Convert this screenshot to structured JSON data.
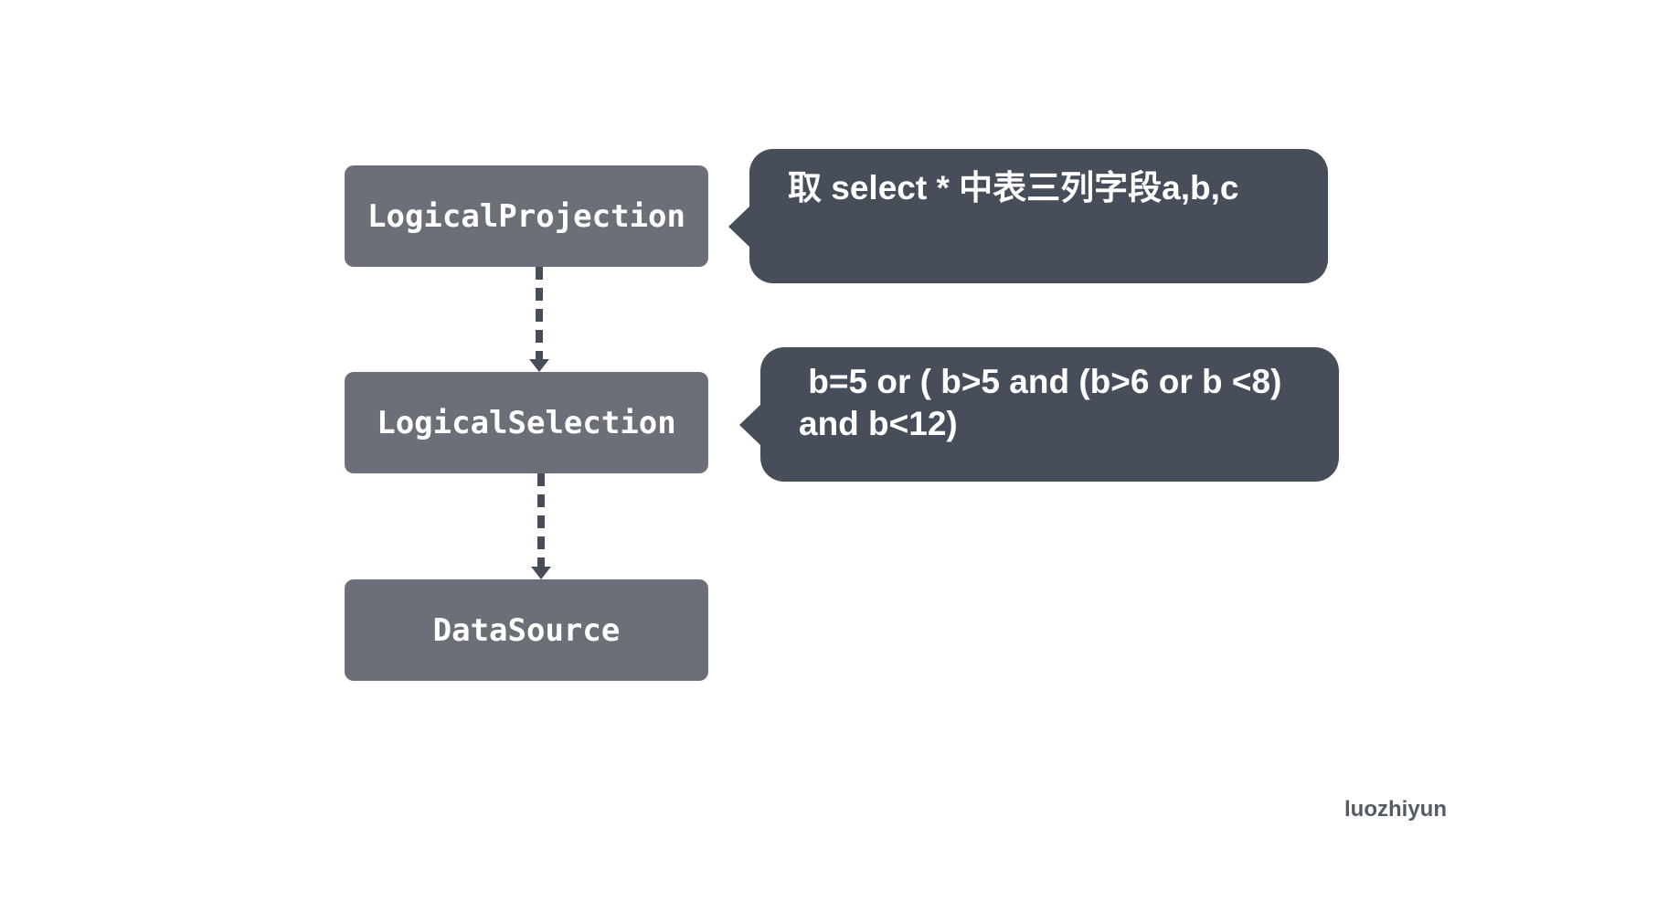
{
  "diagram": {
    "nodes": {
      "projection": "LogicalProjection",
      "selection": "LogicalSelection",
      "datasource": "DataSource"
    },
    "callouts": {
      "projection_note": "取 select * 中表三列字段a,b,c",
      "selection_note": " b=5 or ( b>5 and (b>6 or b <8)\nand b<12)"
    },
    "edges": [
      {
        "from": "LogicalProjection",
        "to": "LogicalSelection",
        "style": "dashed"
      },
      {
        "from": "LogicalSelection",
        "to": "DataSource",
        "style": "dashed"
      }
    ],
    "colors": {
      "node_fill": "#6b7078",
      "callout_fill": "#474e59",
      "edge": "#474e59",
      "text": "#ffffff"
    }
  },
  "watermark": "luozhiyun"
}
